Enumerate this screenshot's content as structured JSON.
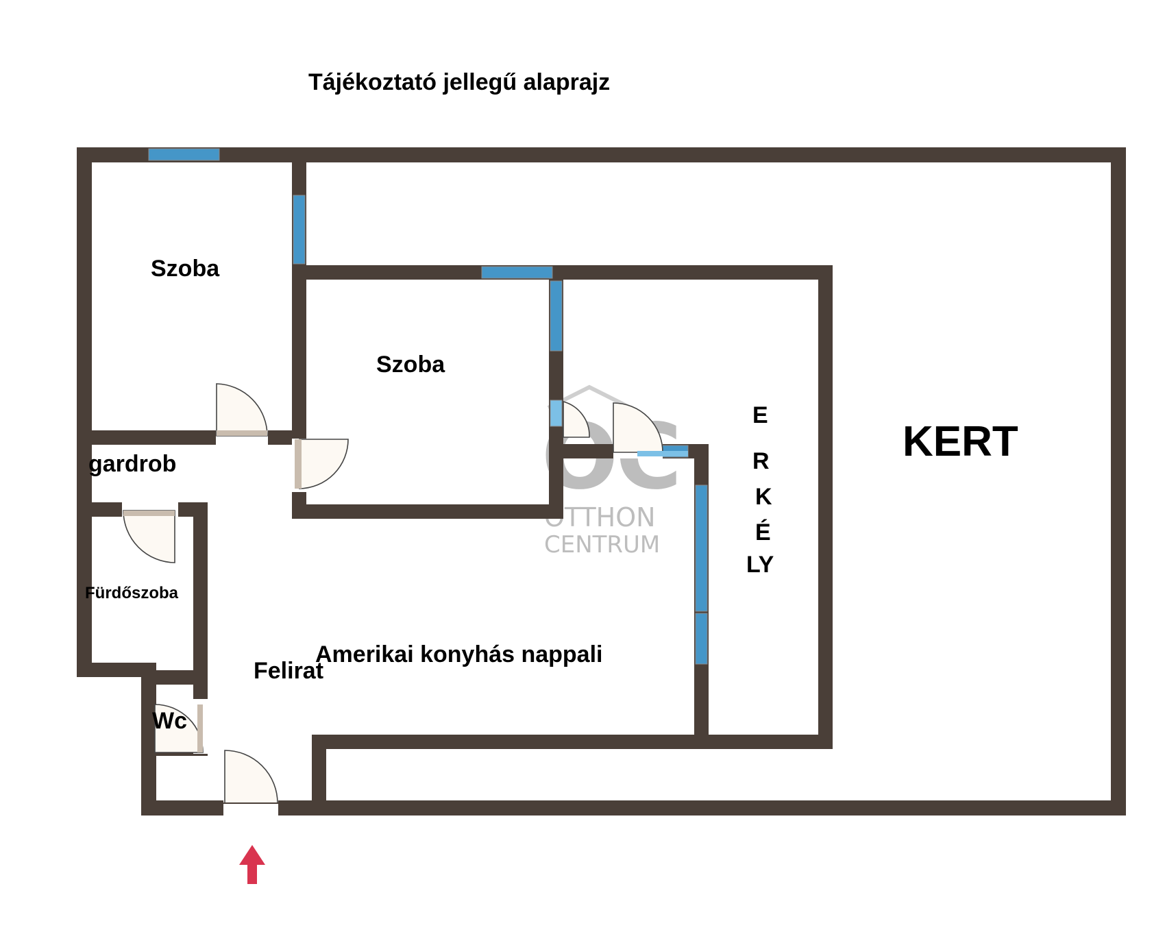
{
  "title": "Tájékoztató jellegű alaprajz",
  "rooms": {
    "szoba_1": "Szoba",
    "szoba_2": "Szoba",
    "gardrob": "gardrob",
    "furdoszoba": "Fürdőszoba",
    "wc": "Wc",
    "felirat": "Felirat",
    "nappali": "Amerikai konyhás nappali",
    "kert": "KERT"
  },
  "erkely_letters": [
    "E",
    "R",
    "K",
    "É",
    "LY"
  ],
  "watermark": {
    "logo": "OC",
    "line1": "OTTHON",
    "line2": "CENTRUM"
  },
  "icons": {
    "entrance": "entrance-arrow-icon",
    "door": "door-swing-icon",
    "window": "window-icon"
  },
  "colors": {
    "wall": "#4a3f38",
    "window": "#4596c8",
    "door_fill": "#fdf9f3",
    "door_edge": "#444444",
    "door_leaf_shade": "#c9bcae",
    "arrow": "#d9344f",
    "watermark": "#bdbdbd",
    "text": "#000000"
  }
}
